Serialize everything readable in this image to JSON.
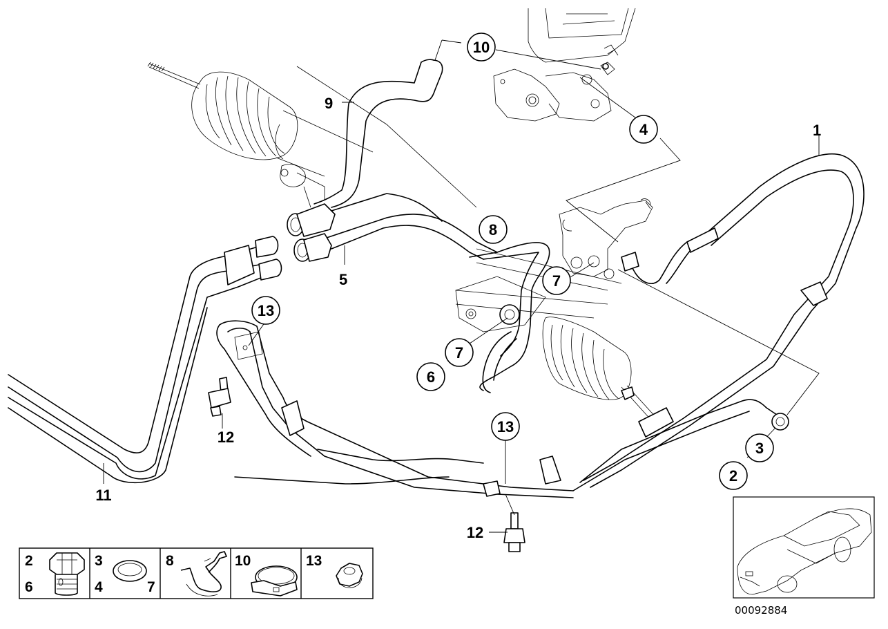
{
  "diagram": {
    "callouts": [
      {
        "id": "c1",
        "label": "1",
        "circled": false
      },
      {
        "id": "c2",
        "label": "2",
        "circled": true
      },
      {
        "id": "c3",
        "label": "3",
        "circled": true
      },
      {
        "id": "c4",
        "label": "4",
        "circled": true
      },
      {
        "id": "c5",
        "label": "5",
        "circled": false
      },
      {
        "id": "c6",
        "label": "6",
        "circled": true
      },
      {
        "id": "c7a",
        "label": "7",
        "circled": true
      },
      {
        "id": "c7b",
        "label": "7",
        "circled": true
      },
      {
        "id": "c8",
        "label": "8",
        "circled": true
      },
      {
        "id": "c9",
        "label": "9",
        "circled": false
      },
      {
        "id": "c10",
        "label": "10",
        "circled": true
      },
      {
        "id": "c11",
        "label": "11",
        "circled": false
      },
      {
        "id": "c12a",
        "label": "12",
        "circled": false
      },
      {
        "id": "c12b",
        "label": "12",
        "circled": false
      },
      {
        "id": "c13a",
        "label": "13",
        "circled": true
      },
      {
        "id": "c13b",
        "label": "13",
        "circled": true
      }
    ],
    "legend": [
      {
        "labels": [
          "2",
          "6"
        ],
        "part": "banjo-bolt"
      },
      {
        "labels": [
          "3",
          "4",
          "7"
        ],
        "part": "seal-ring"
      },
      {
        "labels": [
          "8"
        ],
        "part": "hose-clip"
      },
      {
        "labels": [
          "10"
        ],
        "part": "hose-clamp"
      },
      {
        "labels": [
          "13"
        ],
        "part": "hex-nut"
      }
    ],
    "diagram_number": "00092884"
  }
}
